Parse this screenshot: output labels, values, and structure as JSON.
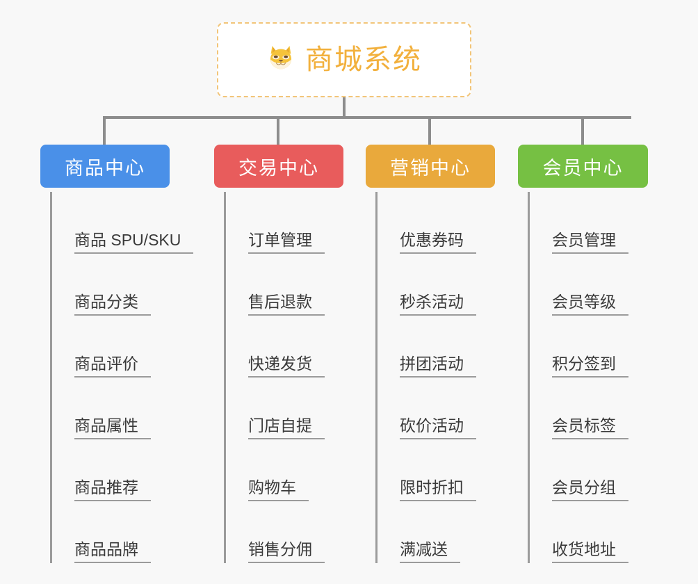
{
  "page": {
    "background_color": "#f8f8f8",
    "type": "mind-map"
  },
  "root": {
    "title": "商城系统",
    "icon": "shiba-dog-face-emoji",
    "emoji": "🐕",
    "text_color": "#f2b03c",
    "border_color": "#f2c579",
    "background_color": "#ffffff"
  },
  "connector": {
    "color": "#8d8d8d"
  },
  "columns": [
    {
      "id": "product-center",
      "label": "商品中心",
      "color": "#4a90e8",
      "items": [
        "商品 SPU/SKU",
        "商品分类",
        "商品评价",
        "商品属性",
        "商品推荐",
        "商品品牌"
      ]
    },
    {
      "id": "trade-center",
      "label": "交易中心",
      "color": "#e85c5c",
      "items": [
        "订单管理",
        "售后退款",
        "快递发货",
        "门店自提",
        "购物车",
        "销售分佣"
      ]
    },
    {
      "id": "marketing-center",
      "label": "营销中心",
      "color": "#e9a93c",
      "items": [
        "优惠券码",
        "秒杀活动",
        "拼团活动",
        "砍价活动",
        "限时折扣",
        "满减送"
      ]
    },
    {
      "id": "member-center",
      "label": "会员中心",
      "color": "#76c043",
      "items": [
        "会员管理",
        "会员等级",
        "积分签到",
        "会员标签",
        "会员分组",
        "收货地址"
      ]
    }
  ]
}
